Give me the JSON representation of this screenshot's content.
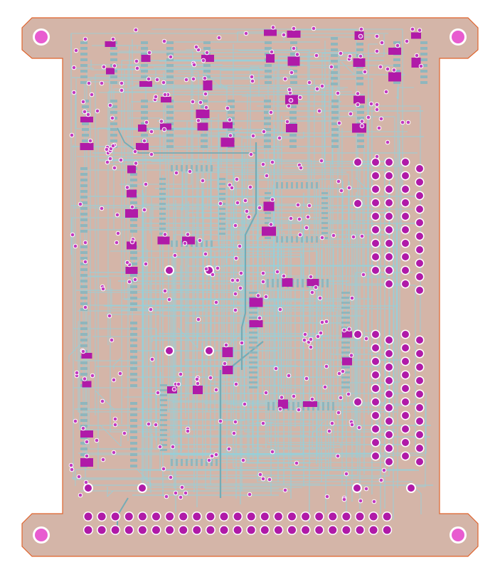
{
  "view": {
    "kind": "pcb-layout",
    "layers_shown": [
      "board-outline",
      "copper-traces",
      "pads",
      "vias",
      "mounting-holes"
    ]
  },
  "colors": {
    "background": "#ffffff",
    "board_fill": "#d4b5a8",
    "board_outline": "#e0642c",
    "trace": "#93d1dc",
    "trace_dark": "#74acb6",
    "pad_smd": "#8fb6bd",
    "pad_magenta": "#b01aa8",
    "via_fill": "#c23ac0",
    "via_ring": "#ffffff",
    "mount_hole": "#e85cd0"
  },
  "components": {
    "mounting_holes": 4,
    "header_bottom_rows": 2,
    "header_bottom_pins_per_row": 23,
    "right_connector_blocks": 2,
    "right_connector_columns": 4
  }
}
